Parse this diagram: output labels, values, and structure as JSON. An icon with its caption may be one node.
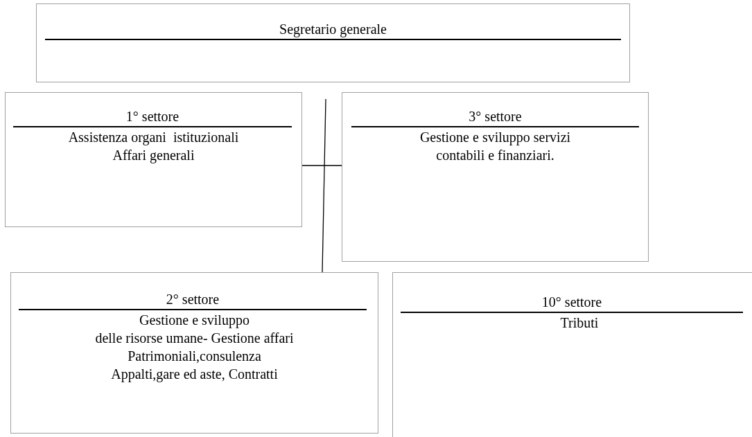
{
  "diagram": {
    "nodes": [
      {
        "text": [
          "Segretario generale"
        ]
      },
      {
        "text": [
          "1° settore",
          "Assistenza organi  istituzionali",
          "Affari generali"
        ]
      },
      {
        "text": [
          "3° settore",
          "Gestione e sviluppo servizi contabili e finanziari."
        ]
      },
      {
        "text": [
          "2° settore",
          "Gestione e sviluppo",
          "delle risorse umane- Gestione affari",
          "Patrimoniali,consulenza",
          "Appalti,gare ed aste, Contratti"
        ]
      },
      {
        "text": [
          "10° settore",
          "Tributi"
        ]
      }
    ],
    "edges": [
      {
        "from": 1,
        "to": 2,
        "arrow": "none"
      },
      {
        "from": null,
        "to": 3,
        "arrow": "none"
      }
    ]
  }
}
